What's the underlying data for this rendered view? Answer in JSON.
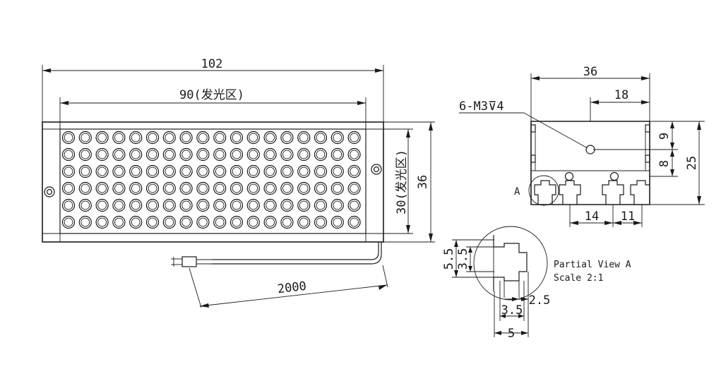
{
  "dims": {
    "total_length": "102",
    "emit_length": "90(发光区)",
    "emit_height": "30(发光区)",
    "total_height": "36",
    "cable_length": "2000",
    "side_width": "36",
    "side_half": "18",
    "side_height": "25",
    "side_upper": "9",
    "side_lower": "8",
    "screw_note": "6-M3⊽4",
    "slot_spacing": "14",
    "slot_edge": "11",
    "detail_55": "5.5",
    "detail_35v": "3.5",
    "detail_25": "2.5",
    "detail_35h": "3.5",
    "detail_5": "5"
  },
  "labels": {
    "view_marker": "A",
    "partial_view": "Partial View A",
    "scale": "Scale 2:1"
  },
  "led_grid": {
    "columns": 18,
    "rows": 6
  }
}
